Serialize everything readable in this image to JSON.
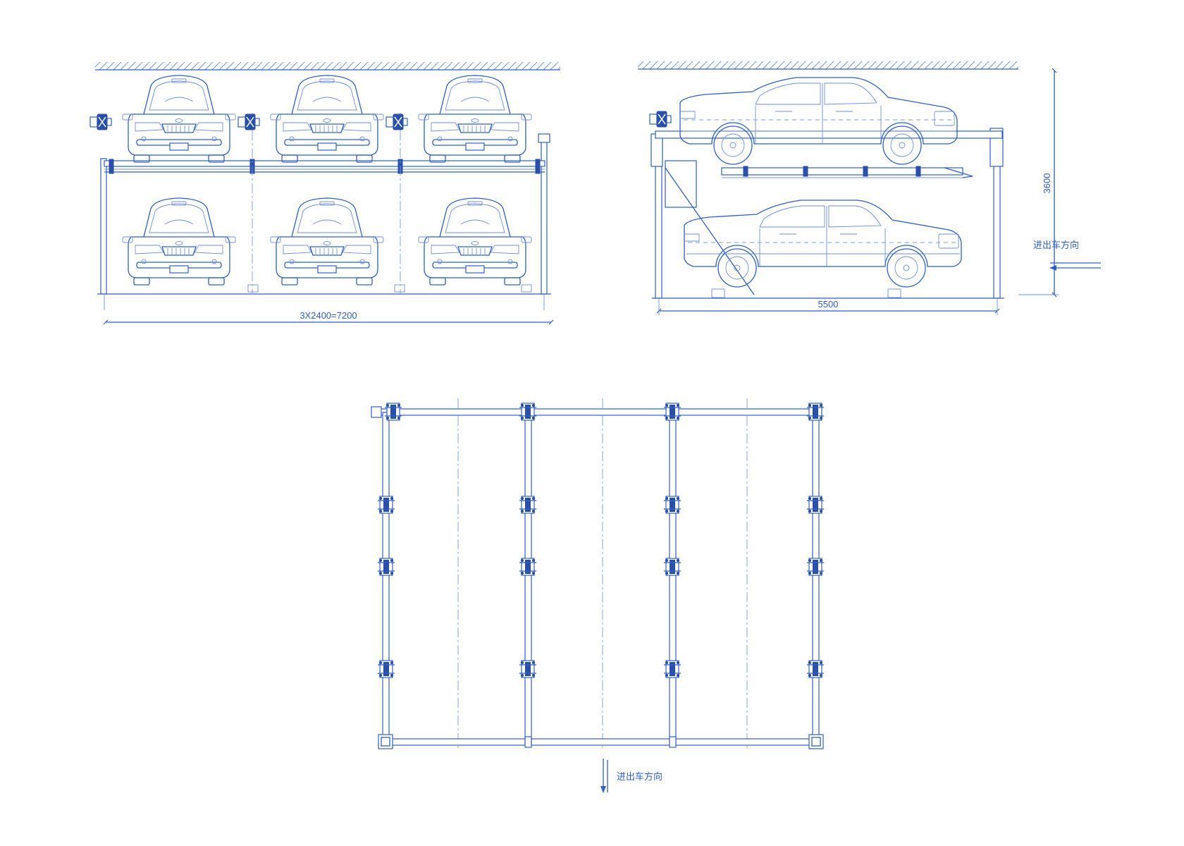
{
  "front_view": {
    "width_dimension": "3X2400=7200"
  },
  "side_view": {
    "length_dimension": "5500",
    "height_dimension": "3600",
    "direction_label": "进出车方向"
  },
  "plan_view": {
    "direction_label": "进出车方向"
  },
  "colors": {
    "line": "#2f5fc8",
    "light_line": "#6f8fdc",
    "dark": "#2a4fa8",
    "background": "#ffffff"
  }
}
